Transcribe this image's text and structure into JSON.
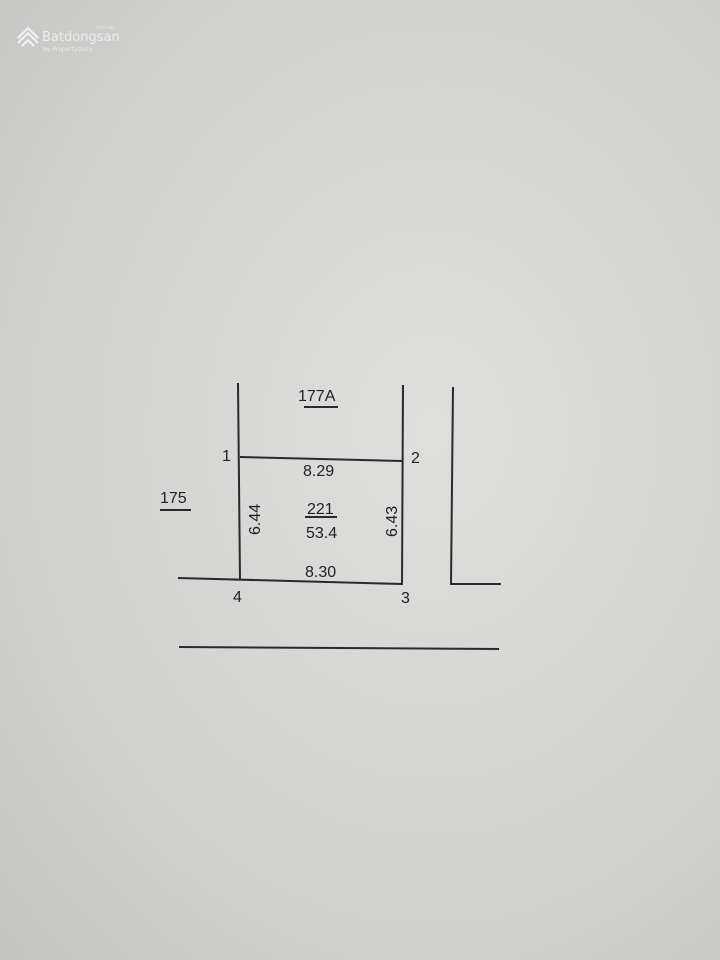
{
  "watermark": {
    "brand": "Batdongsan",
    "tagline": "by PropertyGuru",
    "domain": ".com.vn"
  },
  "plot": {
    "parcel_number": "221",
    "area": "53.4",
    "vertices": [
      "1",
      "2",
      "3",
      "4"
    ],
    "edges": {
      "top": "8.29",
      "bottom": "8.30",
      "left": "6.44",
      "right": "6.43"
    }
  },
  "neighbors": {
    "north": "177A",
    "west": "175"
  }
}
